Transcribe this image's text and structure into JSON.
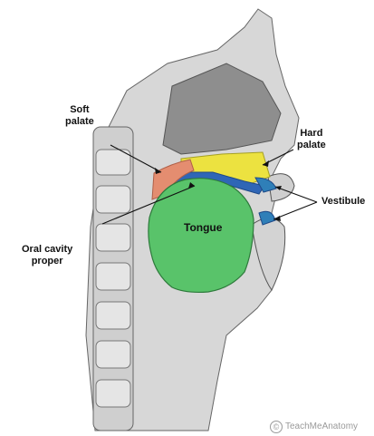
{
  "diagram": {
    "labels": {
      "soft_palate": "Soft\npalate",
      "hard_palate": "Hard\npalate",
      "vestibule": "Vestibule",
      "tongue": "Tongue",
      "oral_cavity_proper": "Oral cavity\nproper"
    },
    "watermark": "TeachMeAnatomy",
    "colors": {
      "soft_palate": "#e48d70",
      "hard_palate": "#ece240",
      "oral_cavity_proper": "#2f66b6",
      "tongue": "#59c36a",
      "vestibule": "#2f7fb8"
    }
  }
}
